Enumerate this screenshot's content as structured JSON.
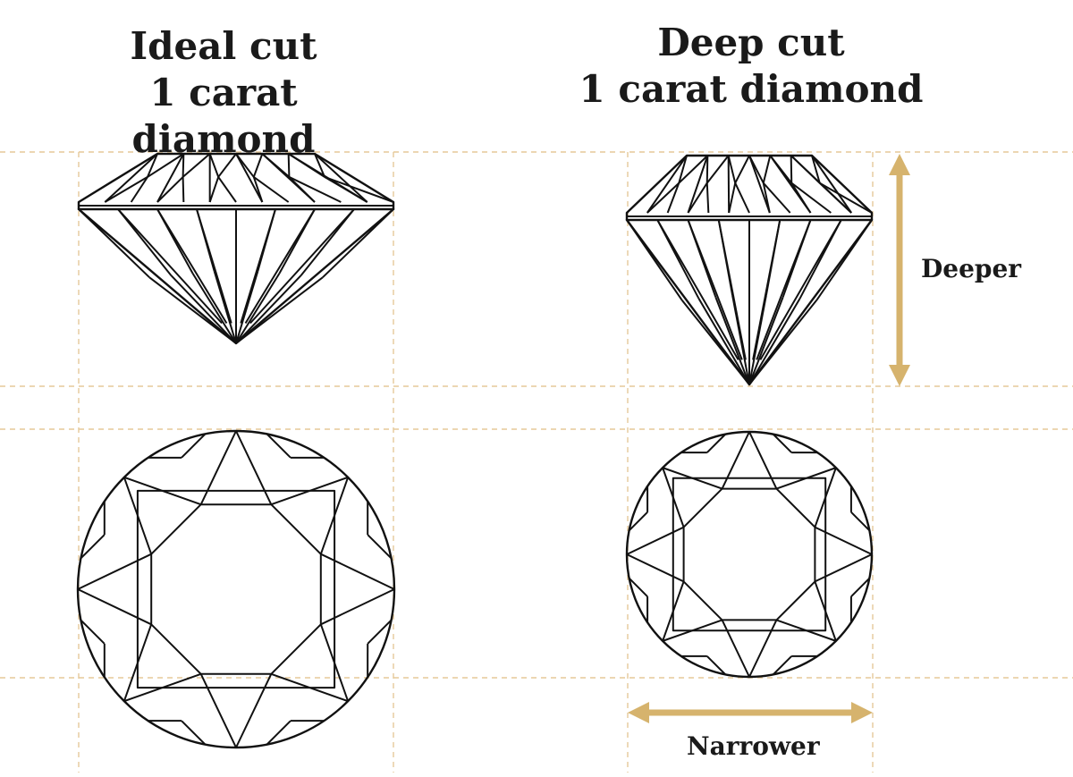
{
  "left": {
    "title_line1": "Ideal cut",
    "title_line2": "1 carat diamond"
  },
  "right": {
    "title_line1": "Deep cut",
    "title_line2": "1 carat diamond"
  },
  "annotations": {
    "depth_label": "Deeper",
    "width_label": "Narrower"
  },
  "colors": {
    "guide": "#e5c999",
    "arrow": "#d6b36d",
    "outline": "#111111"
  }
}
